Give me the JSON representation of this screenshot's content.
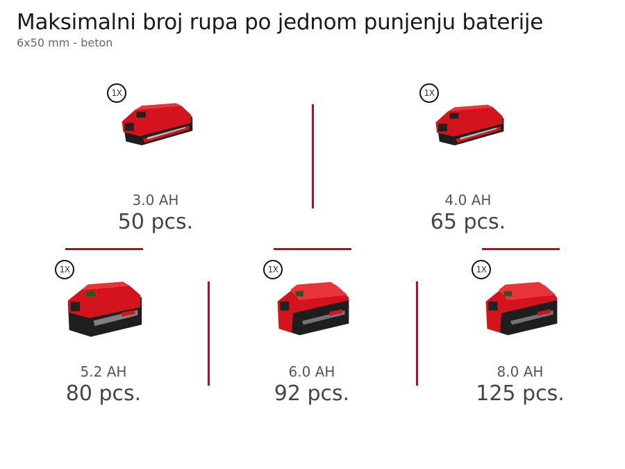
{
  "header": {
    "title": "Maksimalni broj rupa po jednom punjenju baterije",
    "subtitle": "6x50 mm - beton"
  },
  "colors": {
    "accent": "#d0021b",
    "battery_red": "#d4141c",
    "battery_black": "#1e1e1e"
  },
  "batteries": [
    {
      "quantity": "1X",
      "capacity": "3.0 AH",
      "count": "50 pcs.",
      "icon": "battery-pack-icon"
    },
    {
      "quantity": "1X",
      "capacity": "4.0 AH",
      "count": "65 pcs.",
      "icon": "battery-pack-icon"
    },
    {
      "quantity": "1X",
      "capacity": "5.2 AH",
      "count": "80 pcs.",
      "icon": "battery-pack-icon"
    },
    {
      "quantity": "1X",
      "capacity": "6.0 AH",
      "count": "92 pcs.",
      "icon": "battery-pack-icon"
    },
    {
      "quantity": "1X",
      "capacity": "8.0 AH",
      "count": "125 pcs.",
      "icon": "battery-pack-icon"
    }
  ]
}
